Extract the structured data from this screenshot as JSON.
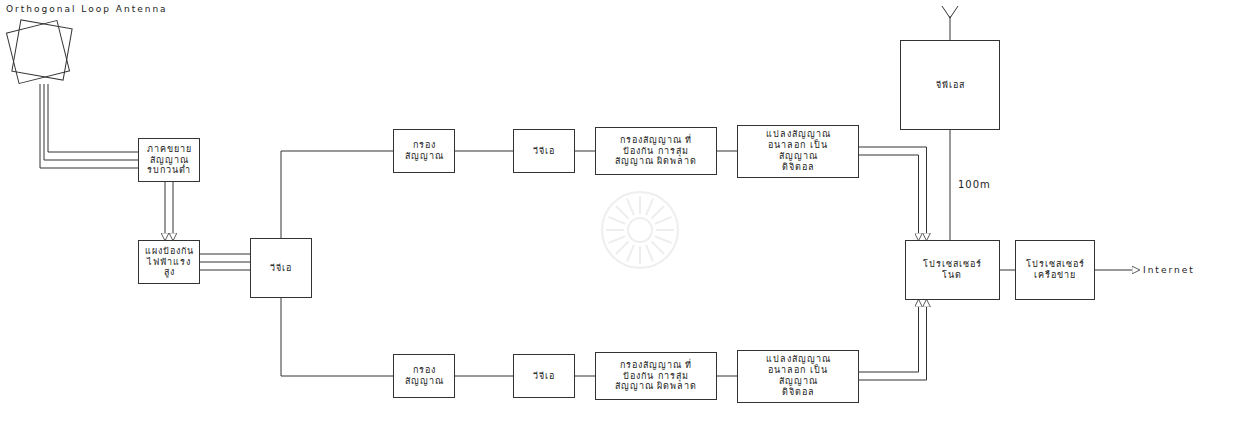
{
  "diagram": {
    "nodes": [
      {
        "text": [
          "ภาคขยาย สัญญาณ รบกวนต่ำ"
        ]
      },
      {
        "text": [
          "แผงป้องกัน ไฟฟ้าแรงสูง"
        ]
      },
      {
        "text": [
          "วีจีเอ"
        ]
      },
      {
        "text": [
          "กรอง สัญญาณ"
        ]
      },
      {
        "text": [
          "วีจีเอ"
        ]
      },
      {
        "text": [
          "กรองสัญญาณ ที่ป้องกัน การสุ่มสัญญาณ ผิดพลาด"
        ]
      },
      {
        "text": [
          "แปลงสัญญาณ อนาลอก เป็นสัญญาณ ดิจิตอล"
        ]
      },
      {
        "text": [
          "จีพีเอส"
        ]
      },
      {
        "text": [
          "โปรเซสเซอร์ โนด"
        ]
      },
      {
        "text": [
          "โปรเซสเซอร์ เครือข่าย"
        ]
      },
      {
        "text": [
          "กรอง สัญญาณ"
        ]
      },
      {
        "text": [
          "วีจีเอ"
        ]
      },
      {
        "text": [
          "กรองสัญญาณ ที่ป้องกัน การสุ่มสัญญาณ ผิดพลาด"
        ]
      },
      {
        "text": [
          "แปลงสัญญาณ อนาลอก เป็นสัญญาณ ดิจิตอล"
        ]
      }
    ],
    "edges": [
      {
        "from": 0,
        "to": 1,
        "arrow": "to"
      },
      {
        "from": 1,
        "to": 2,
        "arrow": "none"
      },
      {
        "from": 2,
        "to": 3,
        "arrow": "none"
      },
      {
        "from": 3,
        "to": 4,
        "arrow": "none"
      },
      {
        "from": 4,
        "to": 5,
        "arrow": "none"
      },
      {
        "from": 5,
        "to": 6,
        "arrow": "none"
      },
      {
        "from": 6,
        "to": 8,
        "arrow": "to"
      },
      {
        "from": 7,
        "to": 8,
        "label": "100m",
        "arrow": "none"
      },
      {
        "from": 2,
        "to": 10,
        "arrow": "none"
      },
      {
        "from": 10,
        "to": 11,
        "arrow": "none"
      },
      {
        "from": 11,
        "to": 12,
        "arrow": "none"
      },
      {
        "from": 12,
        "to": 13,
        "arrow": "none"
      },
      {
        "from": 13,
        "to": 8,
        "arrow": "to"
      },
      {
        "from": 8,
        "to": 9,
        "arrow": "none"
      }
    ],
    "labels": [
      "Orthogonal Loop Antenna",
      "Internet"
    ]
  }
}
